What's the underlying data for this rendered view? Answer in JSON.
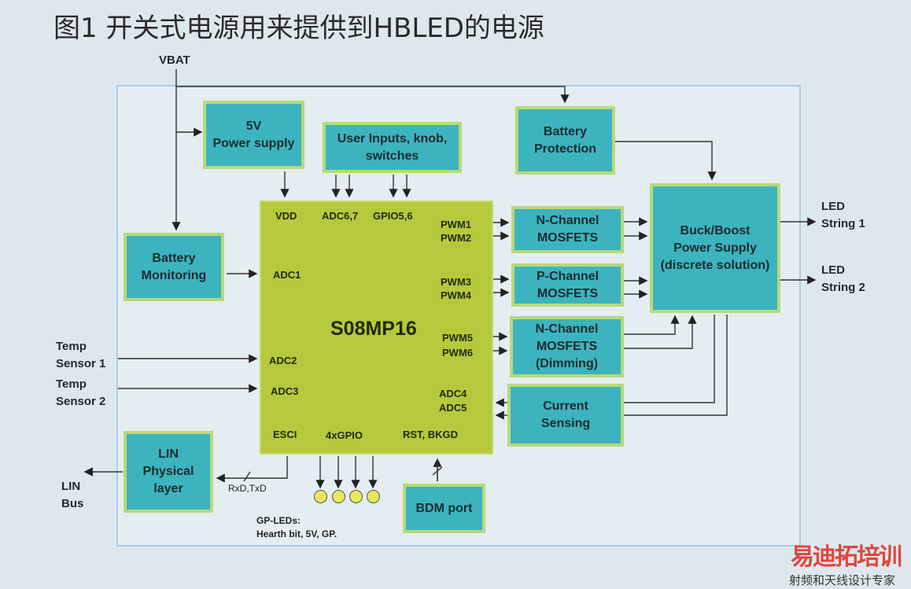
{
  "title": "图1 开关式电源用来提供到HBLED的电源",
  "external": {
    "vbat": "VBAT",
    "temp1": "Temp\nSensor 1",
    "temp2": "Temp\nSensor 2",
    "lin_bus": "LIN\nBus",
    "led1": "LED\nString 1",
    "led2": "LED\nString 2",
    "rxtx": "RxD,TxD",
    "gp_leds": "GP-LEDs:\nHearth bit, 5V, GP."
  },
  "blocks": {
    "psu": "5V\nPower supply",
    "user_inputs": "User Inputs, knob,\nswitches",
    "battery_protection": "Battery\nProtection",
    "battery_monitoring": "Battery\nMonitoring",
    "nch1": "N-Channel\nMOSFETS",
    "pch": "P-Channel\nMOSFETS",
    "nch2": "N-Channel\nMOSFETS\n(Dimming)",
    "current": "Current\nSensing",
    "buckboost": "Buck/Boost\nPower Supply\n(discrete solution)",
    "lin": "LIN\nPhysical\nlayer",
    "bdm": "BDM port"
  },
  "mcu": {
    "name": "S08MP16",
    "vdd": "VDD",
    "adc67": "ADC6,7",
    "gpio56": "GPIO5,6",
    "adc1": "ADC1",
    "adc2": "ADC2",
    "adc3": "ADC3",
    "esci": "ESCI",
    "gpio4": "4xGPIO",
    "rst": "RST, BKGD",
    "pwm1": "PWM1",
    "pwm2": "PWM2",
    "pwm3": "PWM3",
    "pwm4": "PWM4",
    "pwm5": "PWM5",
    "pwm6": "PWM6",
    "adc4": "ADC4",
    "adc5": "ADC5"
  },
  "watermark": {
    "brand": "易迪拓培训",
    "tagline": "射频和天线设计专家"
  }
}
